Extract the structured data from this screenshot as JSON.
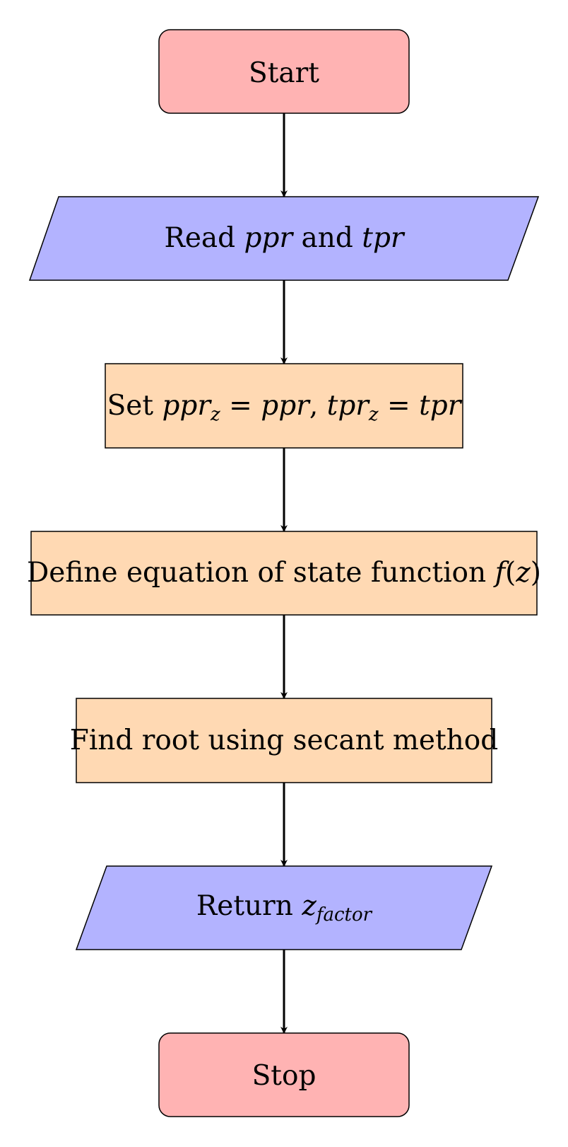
{
  "colors": {
    "terminal": "#FFB3B3",
    "io": "#B3B3FF",
    "process": "#FFD9B3",
    "stroke": "#000000"
  },
  "nodes": {
    "start": {
      "shape": "terminal",
      "text": "Start"
    },
    "read": {
      "shape": "io",
      "word_read": "Read",
      "var_ppr": "ppr",
      "word_and": "and",
      "var_tpr": "tpr"
    },
    "set": {
      "shape": "process",
      "word_set": "Set",
      "var_ppr": "ppr",
      "sub_z1": "z",
      "eq1": "=",
      "var_ppr2": "ppr",
      "comma": ",",
      "var_tpr": "tpr",
      "sub_z2": "z",
      "eq2": "=",
      "var_tpr2": "tpr"
    },
    "define": {
      "shape": "process",
      "text": "Define equation of state function",
      "func": "f",
      "lparen": "(",
      "arg": "z",
      "rparen": ")"
    },
    "find_root": {
      "shape": "process",
      "text": "Find root using secant method"
    },
    "return": {
      "shape": "io",
      "word_return": "Return",
      "var_z": "z",
      "sub_factor": "factor"
    },
    "stop": {
      "shape": "terminal",
      "text": "Stop"
    }
  },
  "edges": [
    {
      "from": "start",
      "to": "read"
    },
    {
      "from": "read",
      "to": "set"
    },
    {
      "from": "set",
      "to": "define"
    },
    {
      "from": "define",
      "to": "find_root"
    },
    {
      "from": "find_root",
      "to": "return"
    },
    {
      "from": "return",
      "to": "stop"
    }
  ]
}
